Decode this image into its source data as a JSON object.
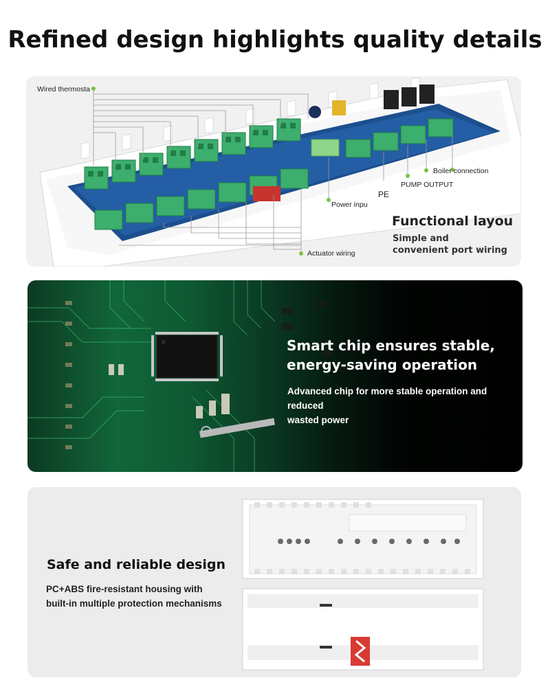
{
  "headline": "Refined design highlights quality details",
  "panel_wiring": {
    "callouts": {
      "wired_thermostat": "Wired thermosta",
      "boiler_connection": "Boiler connection",
      "pump_output": "PUMP OUTPUT",
      "pe": "PE",
      "power_input": "Power inpu",
      "actuator_wiring": "Actuator wiring"
    },
    "title": "Functional layou",
    "subtitle_line1": "Simple and",
    "subtitle_line2": "convenient port wiring",
    "accent_color": "#7ac143"
  },
  "panel_chip": {
    "title_line1": "Smart chip ensures stable,",
    "title_line2": "energy-saving operation",
    "subtitle_line1": "Advanced chip for more stable operation and reduced",
    "subtitle_line2": "wasted power"
  },
  "panel_safety": {
    "title": "Safe and reliable design",
    "subtitle_line1": "PC+ABS fire-resistant housing with",
    "subtitle_line2": "built-in multiple protection mechanisms"
  }
}
